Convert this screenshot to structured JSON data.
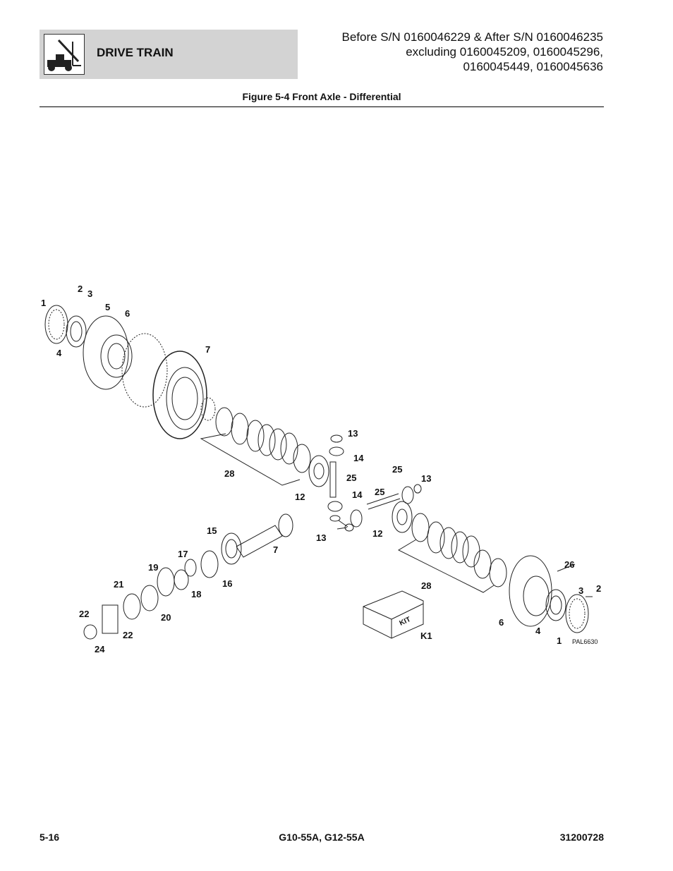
{
  "header": {
    "section_title": "DRIVE TRAIN",
    "serial_lines": [
      "Before S/N 0160046229 & After S/N 0160046235",
      "excluding 0160045209, 0160045296,",
      "0160045449, 0160045636"
    ],
    "icon": "forklift-icon"
  },
  "figure": {
    "title": "Figure 5-4 Front Axle - Differential",
    "image_code": "PAL6630",
    "callouts": [
      "1",
      "2",
      "3",
      "4",
      "5",
      "6",
      "7",
      "28",
      "13",
      "14",
      "25",
      "12",
      "15",
      "13",
      "14",
      "25",
      "12",
      "17",
      "16",
      "18",
      "19",
      "21",
      "20",
      "22",
      "22",
      "24",
      "28",
      "26",
      "3",
      "2",
      "6",
      "4",
      "1",
      "K1",
      "KIT"
    ]
  },
  "footer": {
    "page": "5-16",
    "model": "G10-55A, G12-55A",
    "doc_number": "31200728"
  }
}
